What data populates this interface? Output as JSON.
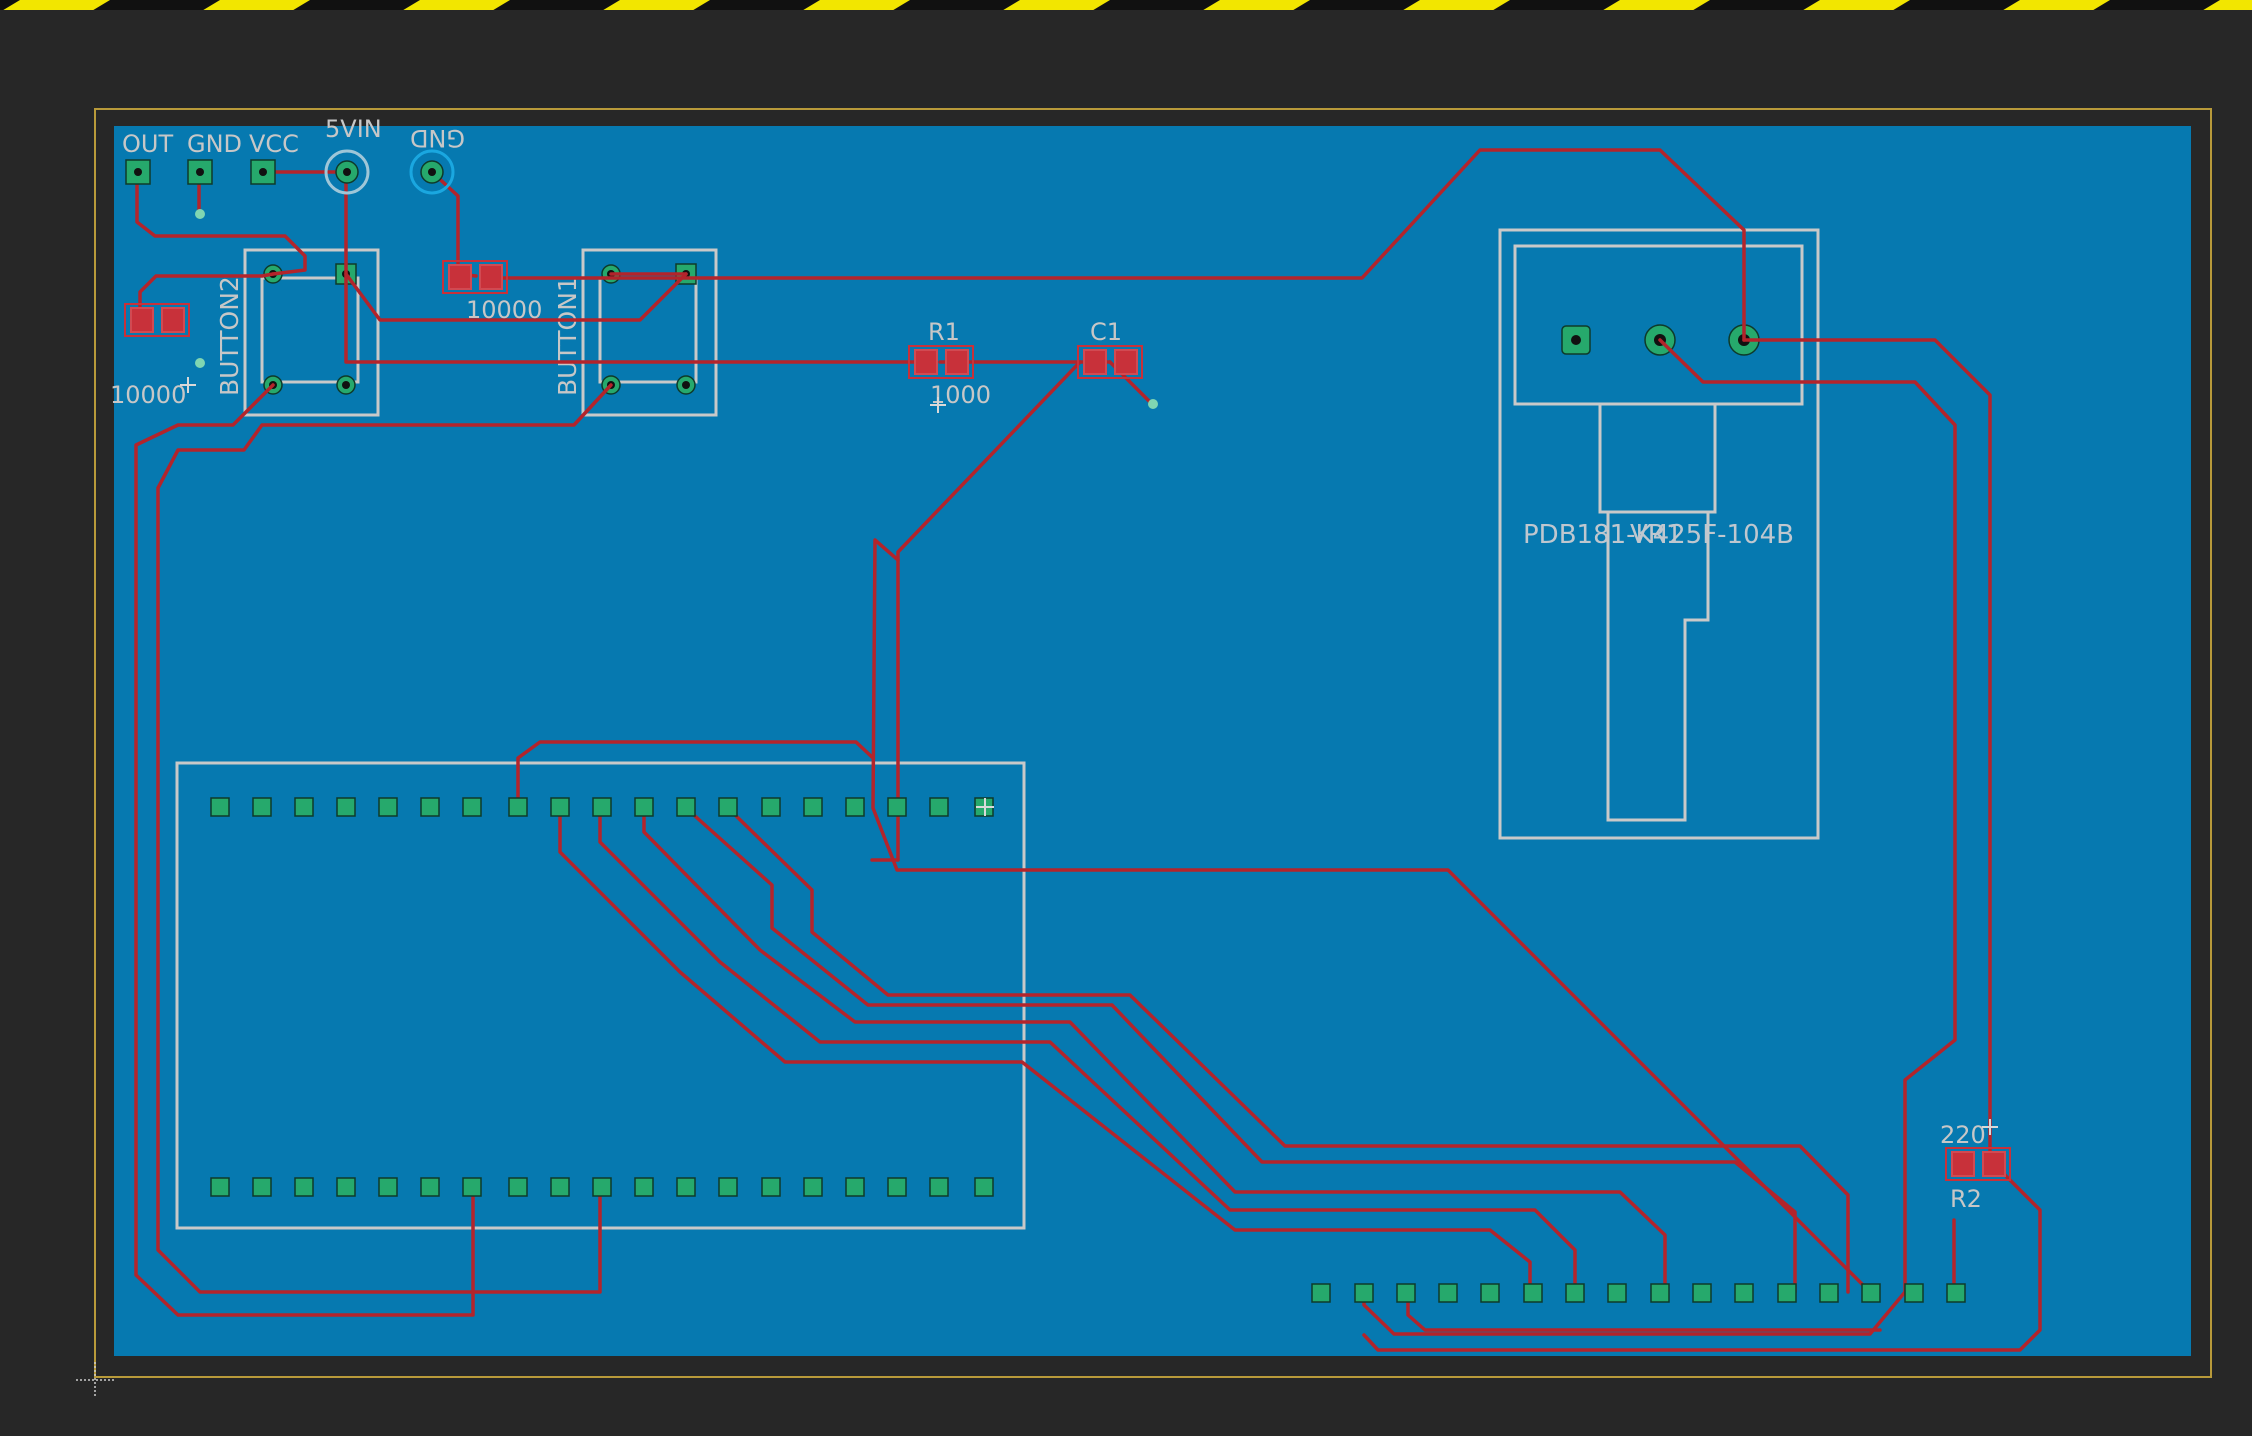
{
  "window": {
    "title": ""
  },
  "colors": {
    "background": "#272727",
    "board": "#0679b0",
    "board_outline": "#b89a3a",
    "trace": "#b3242b",
    "pad": "#26a96c",
    "silkscreen": "#c9c9c9",
    "hazard_yellow": "#f2e600"
  },
  "labels": {
    "conn_out": "OUT",
    "conn_gnd": "GND",
    "conn_vcc": "VCC",
    "conn_5vin": "5VIN",
    "conn_gnd2": "GND",
    "button2": "BUTTON2",
    "button1": "BUTTON1",
    "r_top_left_value": "10000",
    "r_mid_value": "10000",
    "r1_name": "R1",
    "r1_value": "1000",
    "c1_name": "C1",
    "pot_label": "PDB181-K425F-104B",
    "pot_name": "VR1",
    "r2_name": "R2",
    "r2_value": "220"
  },
  "icons": {
    "plus_marker": "plus-icon",
    "cursor_cross": "crosshair-icon"
  }
}
